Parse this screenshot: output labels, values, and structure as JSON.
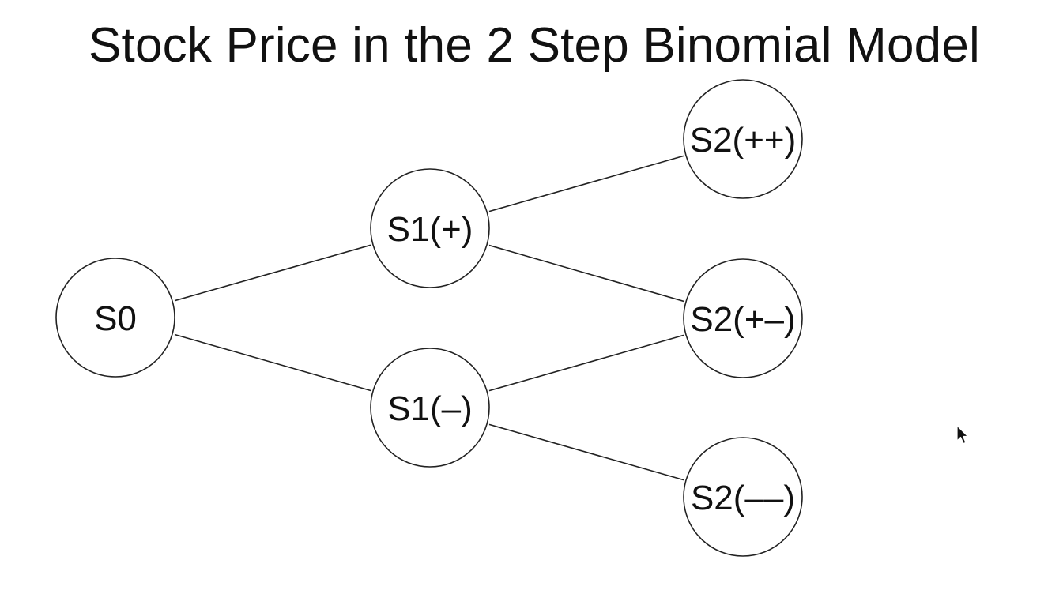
{
  "title": "Stock Price in the 2 Step Binomial Model",
  "nodes": [
    {
      "id": "s0",
      "label": "S0"
    },
    {
      "id": "s1-up",
      "label": "S1(+)"
    },
    {
      "id": "s1-down",
      "label": "S1(–)"
    },
    {
      "id": "s2-upup",
      "label": "S2(++)"
    },
    {
      "id": "s2-updown",
      "label": "S2(+–)"
    },
    {
      "id": "s2-downdown",
      "label": "S2(––)"
    }
  ],
  "edges": [
    {
      "from": "s0",
      "to": "s1-up"
    },
    {
      "from": "s0",
      "to": "s1-down"
    },
    {
      "from": "s1-up",
      "to": "s2-upup"
    },
    {
      "from": "s1-up",
      "to": "s2-updown"
    },
    {
      "from": "s1-down",
      "to": "s2-updown"
    },
    {
      "from": "s1-down",
      "to": "s2-downdown"
    }
  ],
  "colors": {
    "stroke": "#222222",
    "text": "#111111",
    "background": "#ffffff"
  }
}
